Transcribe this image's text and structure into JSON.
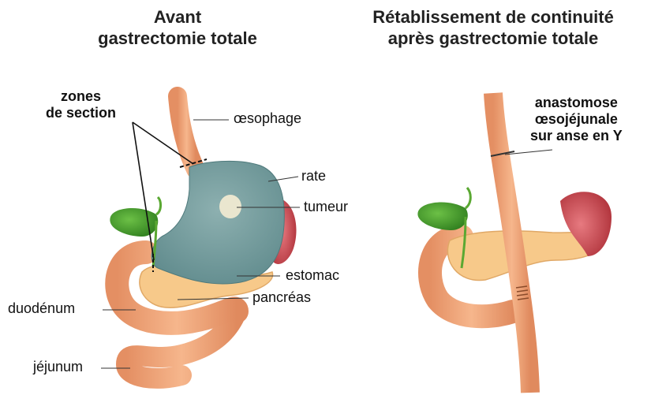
{
  "titles": {
    "left_line1": "Avant",
    "left_line2": "gastrectomie totale",
    "right_line1": "Rétablissement de continuité",
    "right_line2": "après gastrectomie totale"
  },
  "labels": {
    "zones_line1": "zones",
    "zones_line2": "de section",
    "oesophage": "œsophage",
    "rate": "rate",
    "tumeur": "tumeur",
    "estomac": "estomac",
    "pancreas": "pancréas",
    "duodenum": "duodénum",
    "jejunum": "jéjunum",
    "anastomose_line1": "anastomose",
    "anastomose_line2": "œsojéjunale",
    "anastomose_line3": "sur anse en Y"
  },
  "colors": {
    "intestine": "#f0a57a",
    "intestine_dark": "#d98458",
    "stomach": "#6f9a9c",
    "spleen": "#c94a52",
    "gallbladder": "#3f9a2a",
    "pancreas": "#f7c98a",
    "tumor": "#eae6cf"
  }
}
